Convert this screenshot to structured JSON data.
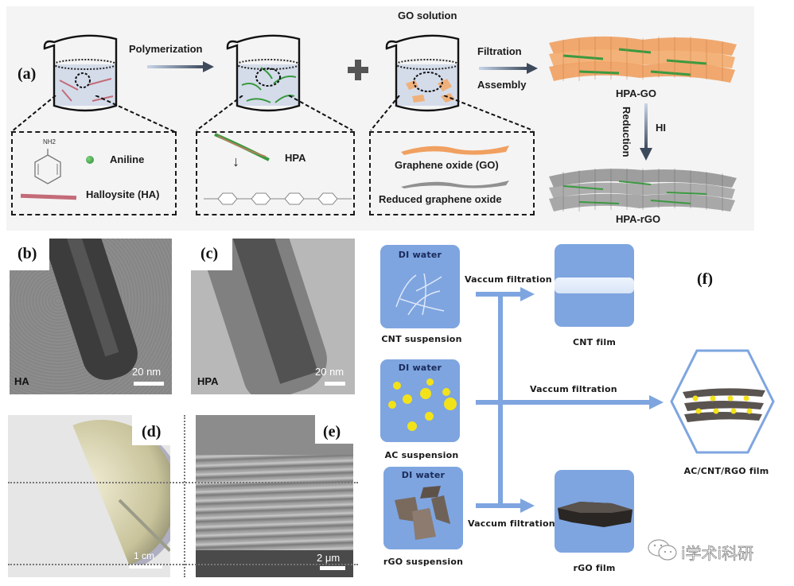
{
  "figure": {
    "panel_a": {
      "label": "(a)",
      "step1_arrow_label": "Polymerization",
      "plus_symbol": "+",
      "go_solution_label": "GO solution",
      "step2_arrow_label_top": "Filtration",
      "step2_arrow_label_bottom": "Assembly",
      "product1_label": "HPA-GO",
      "reduction_label": "Reduction",
      "reagent_label": "HI",
      "product2_label": "HPA-rGO",
      "box1": {
        "nh2_label": "NH2",
        "aniline_label": "Aniline",
        "halloysite_label": "Halloysite (HA)"
      },
      "box2": {
        "hpa_label": "HPA"
      },
      "box3": {
        "go_label": "Graphene oxide (GO)",
        "rgo_label": "Reduced graphene oxide"
      }
    },
    "panel_b": {
      "label": "(b)",
      "sample_label": "HA",
      "scale_label": "20 nm"
    },
    "panel_c": {
      "label": "(c)",
      "sample_label": "HPA",
      "scale_label": "20 nm"
    },
    "panel_d": {
      "label": "(d)",
      "scale_label": "1 cm"
    },
    "panel_e": {
      "label": "(e)",
      "scale_label": "2 μm"
    },
    "panel_f": {
      "label": "(f)",
      "sources": [
        {
          "box_label": "DI water",
          "caption": "CNT suspension"
        },
        {
          "box_label": "DI water",
          "caption": "AC suspension"
        },
        {
          "box_label": "DI water",
          "caption": "rGO suspension"
        }
      ],
      "arrow_labels": [
        "Vaccum filtration",
        "Vaccum filtration",
        "Vaccum filtration"
      ],
      "products": [
        {
          "caption": "CNT film"
        },
        {
          "caption": "rGO film"
        },
        {
          "caption": "AC/CNT/RGO film"
        }
      ]
    },
    "watermark": "i学术i科研",
    "colors": {
      "flow_blue": "#7ea5e0",
      "go_orange": "#f0a060",
      "polymer_green": "#3a9a40",
      "halloysite_pink": "#c46b78",
      "ac_yellow": "#f2e21a"
    }
  }
}
